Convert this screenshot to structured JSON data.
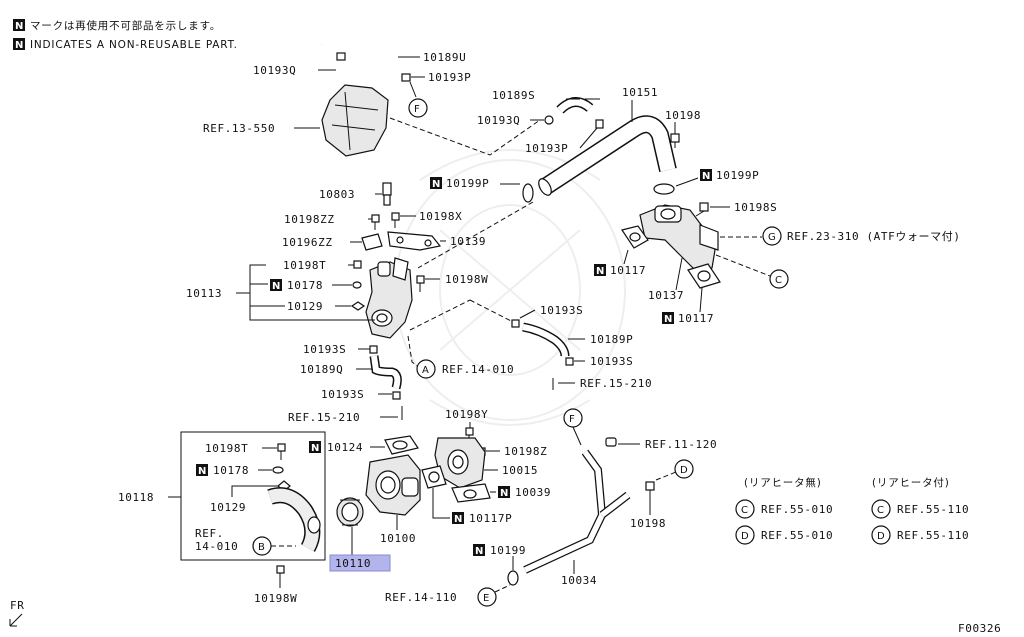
{
  "legend": {
    "line1": "マークは再使用不可部品を示します。",
    "line2": "INDICATES A NON-REUSABLE PART."
  },
  "labels": {
    "p10189U": "10189U",
    "p10193Q_top": "10193Q",
    "p10193P_top": "10193P",
    "ref13550": "REF.13-550",
    "p10189S": "10189S",
    "p10193Q_mid": "10193Q",
    "p10151": "10151",
    "p10198": "10198",
    "p10193P_mid": "10193P",
    "p10803": "10803",
    "p10199P_left": "10199P",
    "p10199P_right": "10199P",
    "p10198S_right": "10198S",
    "p10198ZZ": "10198ZZ",
    "p10198X": "10198X",
    "p10196ZZ": "10196ZZ",
    "p10139": "10139",
    "refG": "REF.23-310 (ATFウォーマ付)",
    "p10198T_top": "10198T",
    "p10198W_mid": "10198W",
    "p10117_a": "10117",
    "p10113": "10113",
    "p10178_top": "10178",
    "p10137": "10137",
    "p10129_top": "10129",
    "p10193S_right": "10193S",
    "p10117_b": "10117",
    "p10189P": "10189P",
    "p10193S_left": "10193S",
    "p10193S_mid": "10193S",
    "p10189Q": "10189Q",
    "refA": "REF.14-010",
    "ref15210_right": "REF.15-210",
    "p10193S_low": "10193S",
    "ref15210_left": "REF.15-210",
    "p10198Y": "10198Y",
    "ref11120": "REF.11-120",
    "p10198T_box": "10198T",
    "p10124": "10124",
    "p10198Z": "10198Z",
    "p10178_box": "10178",
    "p10015": "10015",
    "p10118": "10118",
    "p10039": "10039",
    "p10129_box": "10129",
    "p10198_low": "10198",
    "ref14010_box_1": "REF.",
    "ref14010_box_2": "14-010",
    "p10117P": "10117P",
    "p10100": "10100",
    "p10110": "10110",
    "p10199": "10199",
    "p10034": "10034",
    "p10198W_low": "10198W",
    "ref14110": "REF.14-110",
    "fr": "FR",
    "code": "F00326"
  },
  "circles": {
    "A": "A",
    "B": "B",
    "C": "C",
    "D": "D",
    "E": "E",
    "F": "F",
    "G": "G"
  },
  "nmark": "N",
  "ref_table": {
    "head_left": "(リアヒータ無)",
    "head_right": "(リアヒータ付)",
    "rows": [
      {
        "key": "C",
        "left": "REF.55-010",
        "right": "REF.55-110"
      },
      {
        "key": "D",
        "left": "REF.55-010",
        "right": "REF.55-110"
      }
    ]
  },
  "colors": {
    "highlight": "#b4b4ec",
    "ink": "#111111"
  }
}
